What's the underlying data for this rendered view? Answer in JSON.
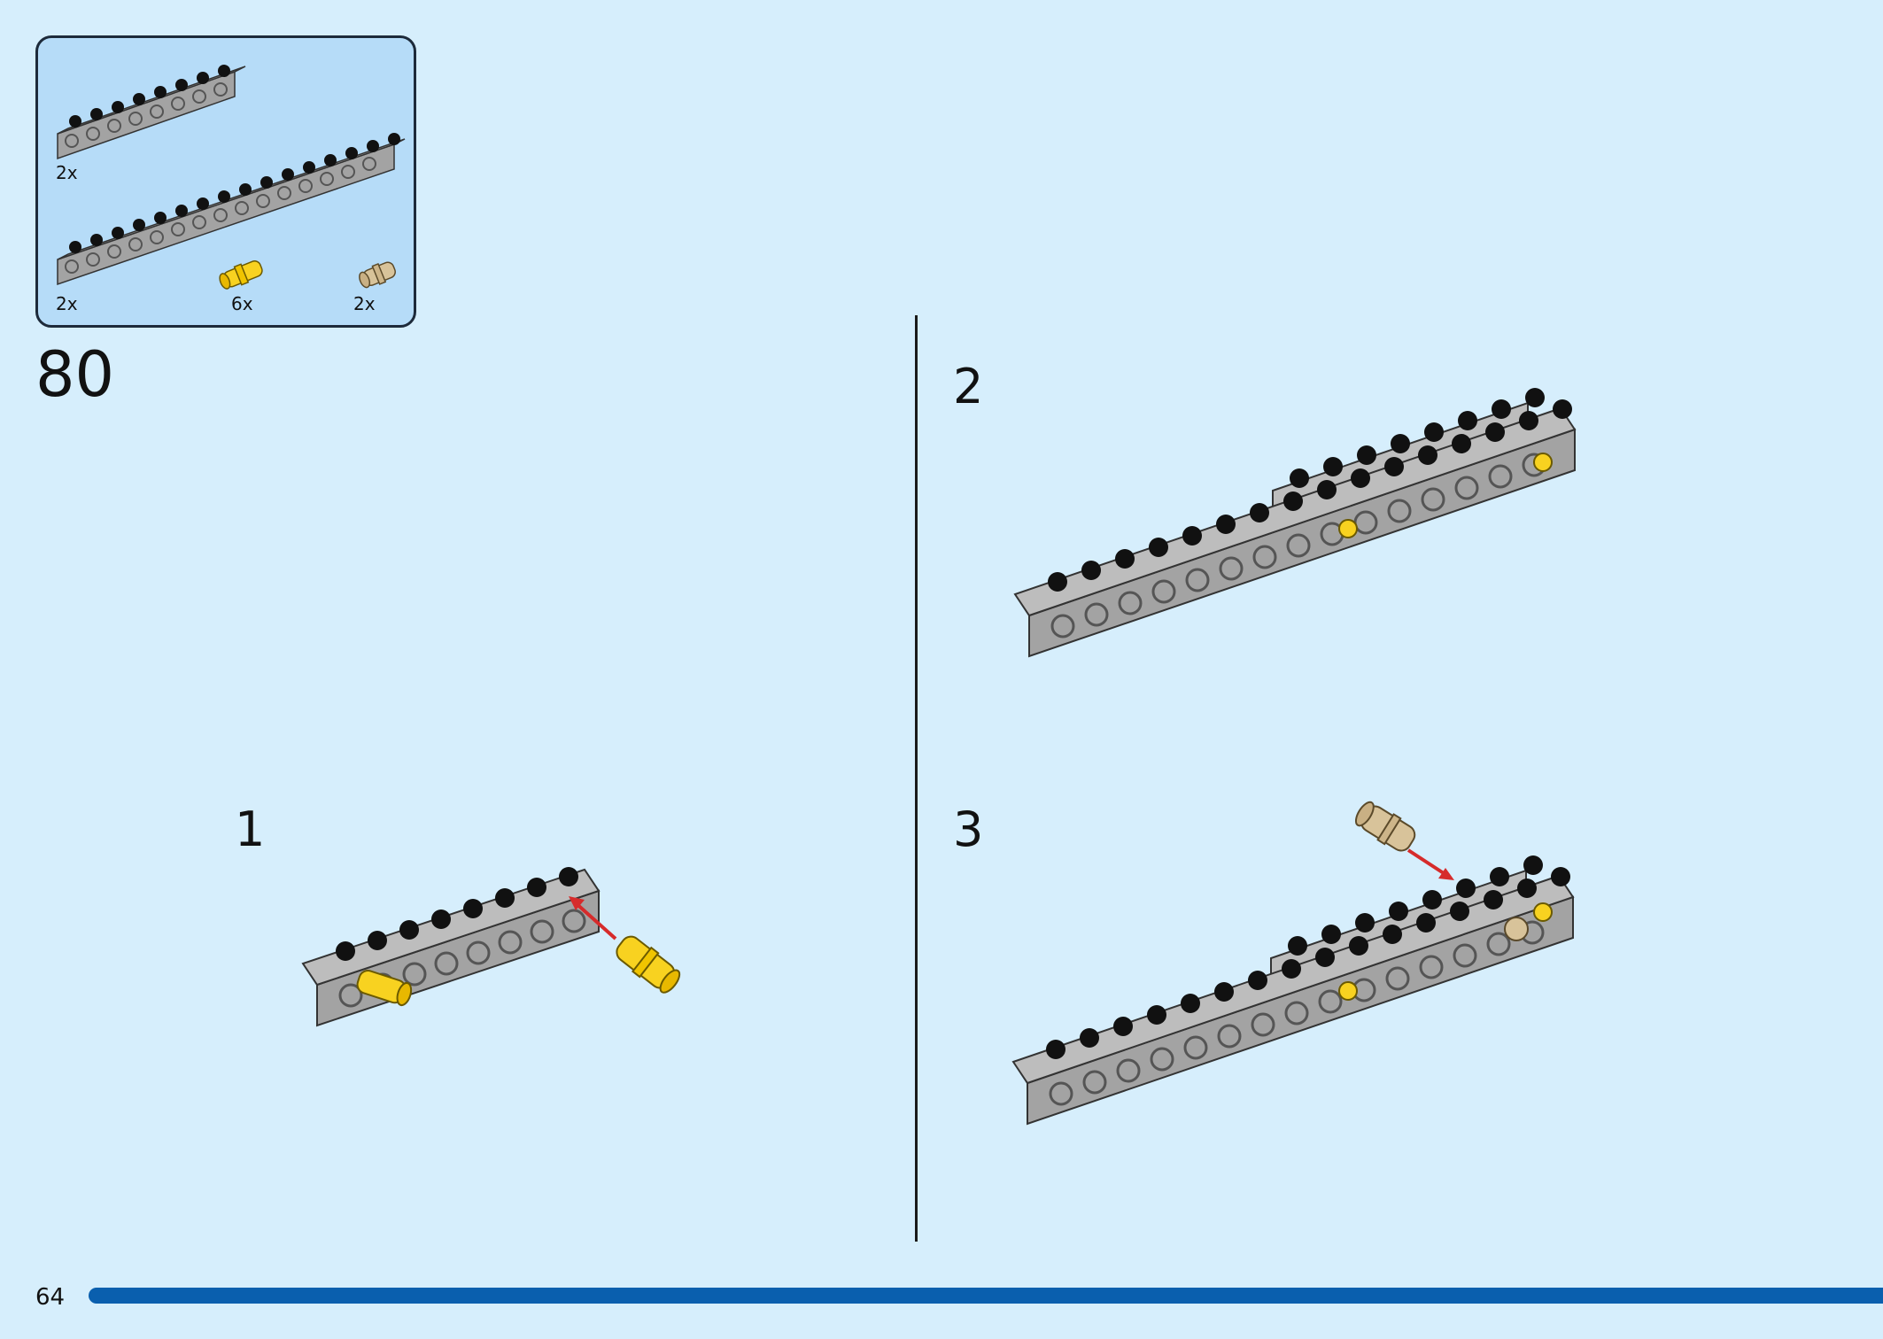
{
  "parts_list": {
    "items": [
      {
        "part": "technic-beam-8-grey",
        "quantity": "2x"
      },
      {
        "part": "technic-beam-16-grey",
        "quantity": "2x"
      },
      {
        "part": "technic-pin-yellow",
        "quantity": "6x",
        "color": "#f8d220"
      },
      {
        "part": "technic-pin-tan",
        "quantity": "2x",
        "color": "#d8c39a"
      }
    ]
  },
  "step": {
    "number": "80"
  },
  "substeps": [
    {
      "label": "1"
    },
    {
      "label": "2"
    },
    {
      "label": "3"
    }
  ],
  "footer": {
    "page_number": "64"
  },
  "colors": {
    "background": "#d6eefc",
    "parts_box": "#b6dcf8",
    "beam": "#a3a3a3",
    "stud": "#111111",
    "pin_yellow": "#f8d220",
    "pin_tan": "#d8c39a",
    "arrow": "#d62b2b",
    "progress": "#0a5fae"
  }
}
